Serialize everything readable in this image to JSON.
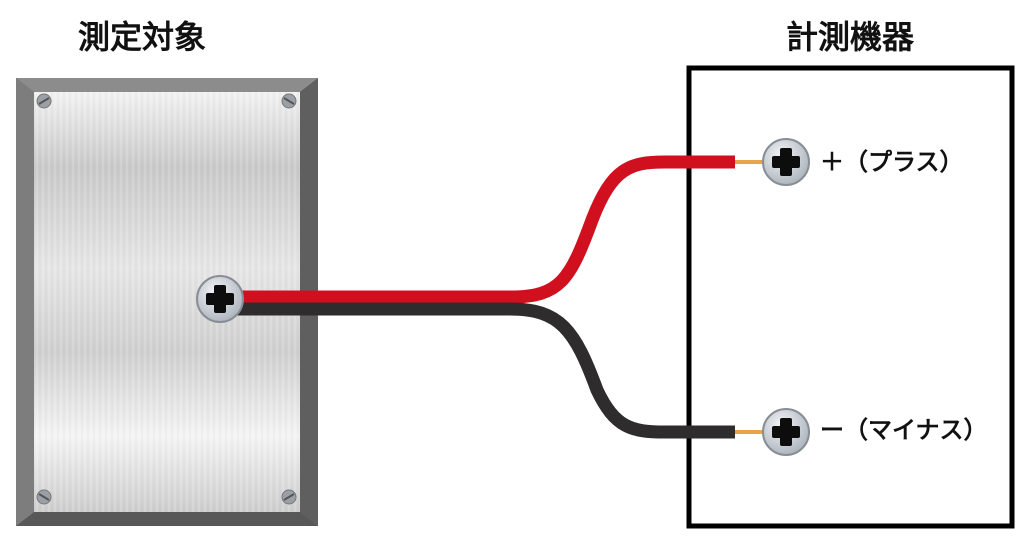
{
  "titles": {
    "measurement_target": "測定対象",
    "measuring_instrument": "計測機器"
  },
  "terminals": {
    "plus_label": "＋（プラス）",
    "minus_label": "ー（マイナス）"
  },
  "colors": {
    "wire_positive": "#d0101e",
    "wire_negative": "#2e2c2c",
    "lead_copper": "#e8a44a",
    "instrument_border": "#000000",
    "plate_frame": "#6f6f6f",
    "plate_face": "#d9d9d9",
    "terminal_screw": "#c6ccd4"
  },
  "icons": {
    "terminal": "phillips-screw-icon",
    "corner": "flat-screw-icon"
  }
}
